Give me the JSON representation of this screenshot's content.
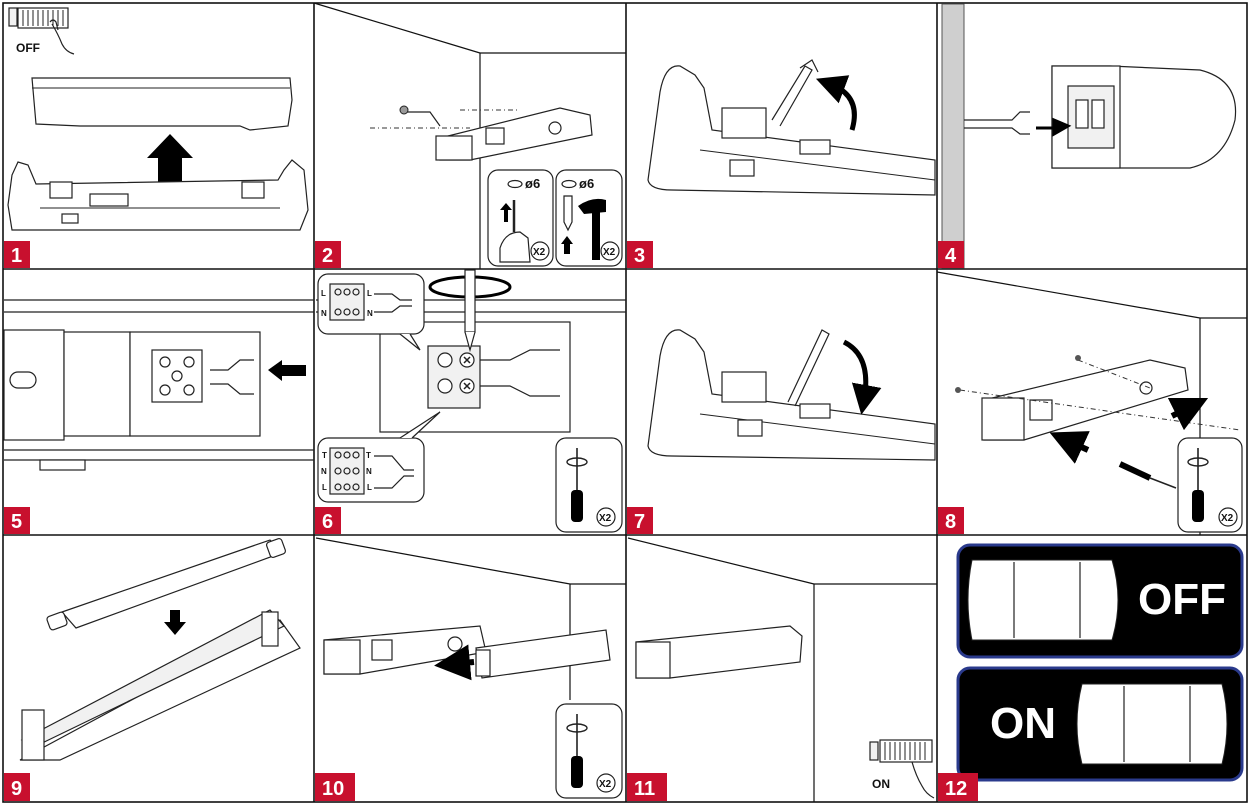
{
  "steps": [
    {
      "number": "1"
    },
    {
      "number": "2"
    },
    {
      "number": "3"
    },
    {
      "number": "4"
    },
    {
      "number": "5"
    },
    {
      "number": "6"
    },
    {
      "number": "7"
    },
    {
      "number": "8"
    },
    {
      "number": "9"
    },
    {
      "number": "10"
    },
    {
      "number": "11"
    },
    {
      "number": "12"
    }
  ],
  "labels": {
    "off_small": "OFF",
    "on_small": "ON",
    "drill_diameter": "ø6",
    "wall_plug_diameter": "ø6",
    "qty_x2": "X2",
    "switch_off": "OFF",
    "switch_on": "ON",
    "wire_L": "L",
    "wire_N": "N",
    "wire_T": "T"
  },
  "colors": {
    "badge": "#c8102e",
    "switch_bg": "#000000",
    "switch_border": "#2a3a8c",
    "arrow": "#000000"
  },
  "icons": [
    "circuit-breaker-icon",
    "drill-icon",
    "hammer-icon",
    "wall-plug-icon",
    "screwdriver-icon",
    "rotate-icon",
    "arrow-icon"
  ]
}
